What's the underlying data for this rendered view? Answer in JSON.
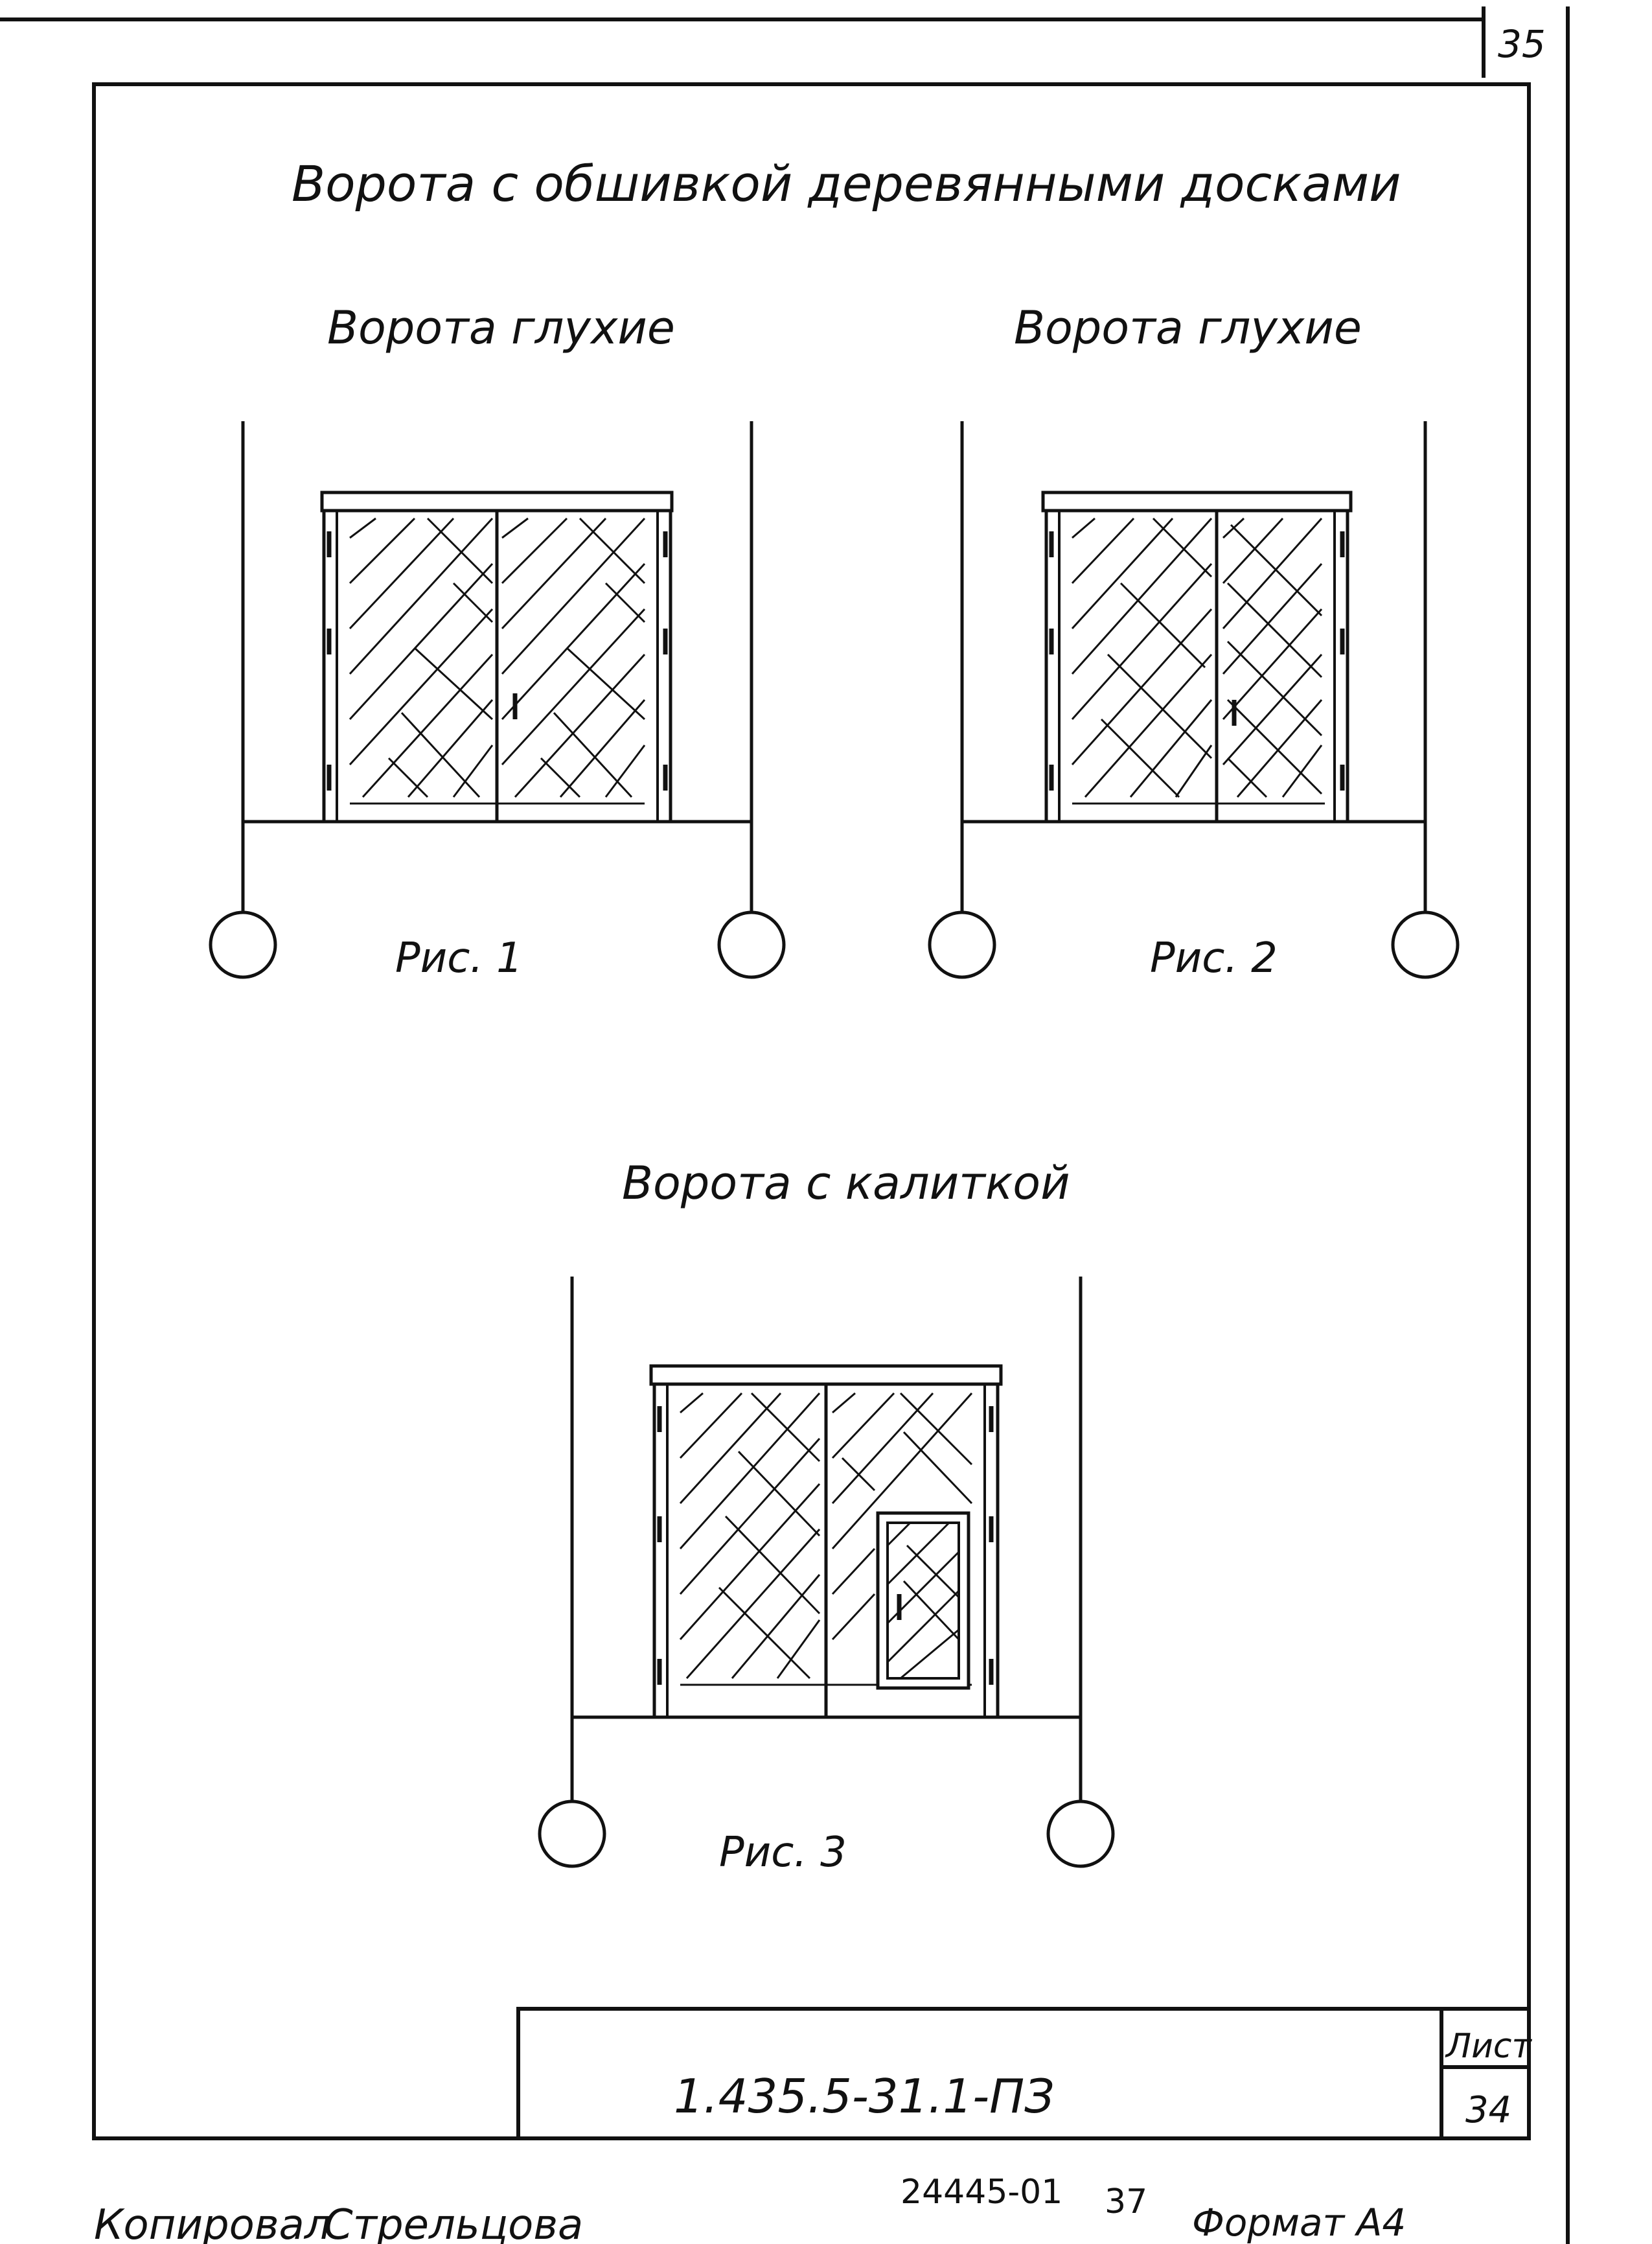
{
  "sheet": {
    "corner_page_number": "35",
    "title": "Ворота с обшивкой деревянными досками",
    "ink_color": "#111111",
    "paper_color": "#ffffff"
  },
  "figures": [
    {
      "heading": "Ворота глухие",
      "caption": "Рис. 1",
      "has_wicket": false
    },
    {
      "heading": "Ворота глухие",
      "caption": "Рис. 2",
      "has_wicket": false
    },
    {
      "heading": "Ворота с калиткой",
      "caption": "Рис. 3",
      "has_wicket": true
    }
  ],
  "title_block": {
    "designation": "1.435.5-31.1-ПЗ",
    "sheet_label": "Лист",
    "sheet_number": "34"
  },
  "footer": {
    "copied_by": "Копировал",
    "copier_name": "Стрельцова",
    "inventory_number": "24445-01",
    "inventory_suffix": "37",
    "format_label": "Формат А4"
  }
}
